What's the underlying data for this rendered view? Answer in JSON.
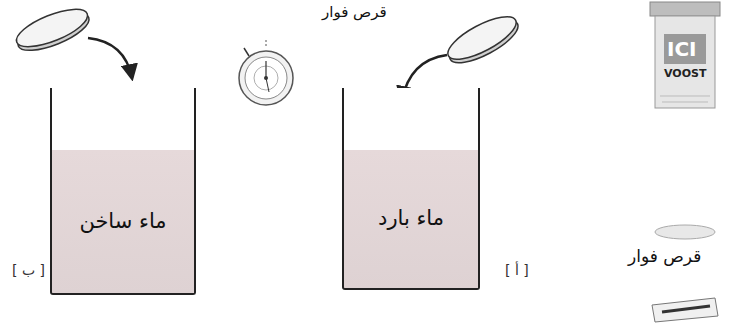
{
  "diagram": {
    "nodes": [
      {
        "text": [
          "ماء ساخن"
        ]
      },
      {
        "text": [
          "ماء بارد"
        ]
      }
    ],
    "labels": [
      "قرص فوار",
      "[ ب ]",
      "[ أ ]",
      "ICI",
      "VOOST",
      "قرص فوار"
    ]
  }
}
